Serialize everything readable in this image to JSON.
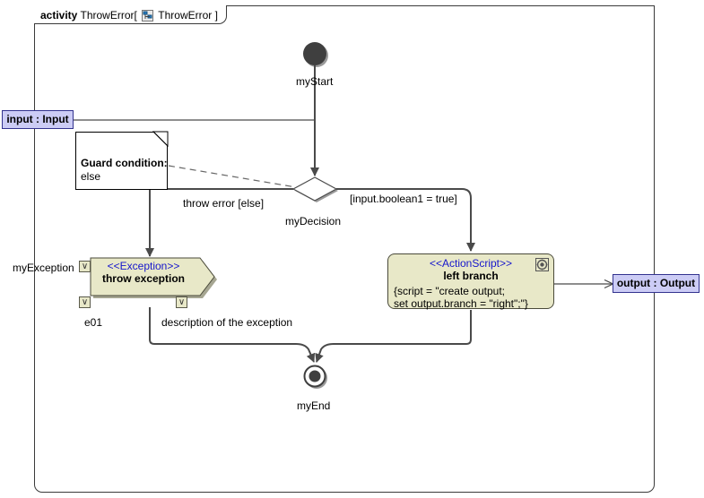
{
  "frame": {
    "keyword": "activity",
    "name": "ThrowError[",
    "icon": "activity-diagram-icon",
    "qualified": "ThrowError ]"
  },
  "parameters": {
    "input": {
      "label": "input : Input"
    },
    "output": {
      "label": "output : Output"
    }
  },
  "note": {
    "title": "Guard condition:",
    "value": "else"
  },
  "nodes": {
    "start": {
      "label": "myStart"
    },
    "decision": {
      "label": "myDecision"
    },
    "end": {
      "label": "myEnd"
    },
    "exception": {
      "stereotype": "<<Exception>>",
      "name": "throw exception",
      "outer_label": "myException",
      "pin_label": "e01",
      "pin_glyph": "∨"
    },
    "action": {
      "stereotype": "<<ActionScript>>",
      "name": "left branch",
      "script_line1": "{script = \"create output;",
      "script_line2": "set output.branch = \"right\";\"}",
      "icon": "gear-icon"
    }
  },
  "edges": {
    "else_guard": "throw error [else]",
    "true_guard": "[input.boolean1 = true]",
    "exception_desc": "description of the exception"
  },
  "colors": {
    "param_fill": "#ccccf5",
    "param_border": "#33338f",
    "node_fill": "#e8e8c8",
    "stereotype_text": "#1515cc",
    "line": "#4a4a4a",
    "frame": "#3a3a3a"
  }
}
